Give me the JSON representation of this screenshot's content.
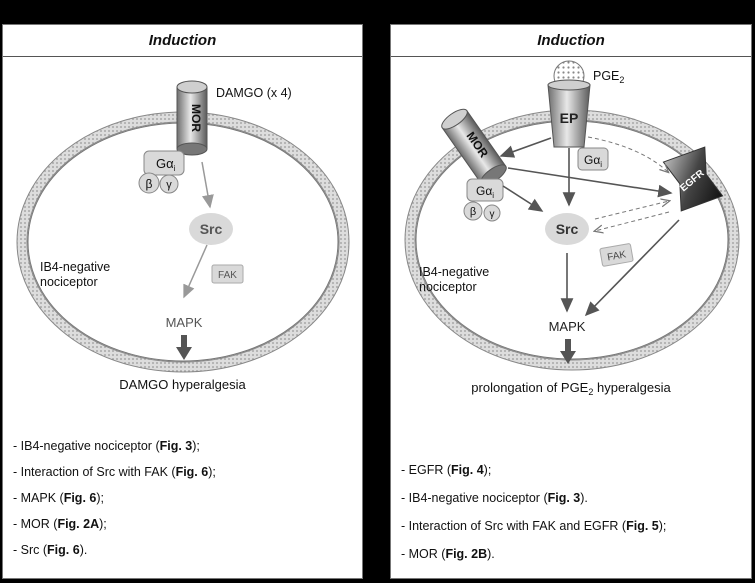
{
  "left": {
    "title": "Induction",
    "stimulus": "DAMGO (x 4)",
    "receptor": "MOR",
    "g_alpha": "Gα",
    "g_alpha_sub": "i",
    "g_beta": "β",
    "g_gamma": "γ",
    "src": "Src",
    "fak": "FAK",
    "mapk": "MAPK",
    "cell_label_1": "IB4-negative",
    "cell_label_2": "nociceptor",
    "outcome": "DAMGO hyperalgesia",
    "refs": [
      {
        "text": "- IB4-negative nociceptor (",
        "fig": "Fig. 3",
        "end": ");"
      },
      {
        "text": "- Interaction of Src with FAK (",
        "fig": "Fig. 6",
        "end": ");"
      },
      {
        "text": "- MAPK (",
        "fig": "Fig. 6",
        "end": ");"
      },
      {
        "text": "- MOR (",
        "fig": "Fig. 2A",
        "end": ");"
      },
      {
        "text": "- Src (",
        "fig": "Fig. 6",
        "end": ")."
      }
    ]
  },
  "right": {
    "title": "Induction",
    "stimulus": "PGE",
    "stimulus_sub": "2",
    "ep": "EP",
    "receptor": "MOR",
    "egfr": "EGFR",
    "g_alpha": "Gα",
    "g_alpha_sub": "i",
    "g_beta": "β",
    "g_gamma": "γ",
    "src": "Src",
    "fak": "FAK",
    "mapk": "MAPK",
    "cell_label_1": "IB4-negative",
    "cell_label_2": "nociceptor",
    "outcome_pre": "prolongation of PGE",
    "outcome_sub": "2",
    "outcome_post": " hyperalgesia",
    "refs": [
      {
        "text": "- EGFR (",
        "fig": "Fig. 4",
        "end": ");"
      },
      {
        "text": "- IB4-negative nociceptor (",
        "fig": "Fig. 3",
        "end": ")."
      },
      {
        "text": "- Interaction of Src with FAK and EGFR (",
        "fig": "Fig. 5",
        "end": ");"
      },
      {
        "text": "- MOR (",
        "fig": "Fig. 2B",
        "end": ")."
      }
    ]
  },
  "colors": {
    "background": "#000000",
    "panel": "#ffffff",
    "membrane": "#c8c8c8",
    "arrow": "#555555",
    "node_fill": "#d9d9d9"
  }
}
